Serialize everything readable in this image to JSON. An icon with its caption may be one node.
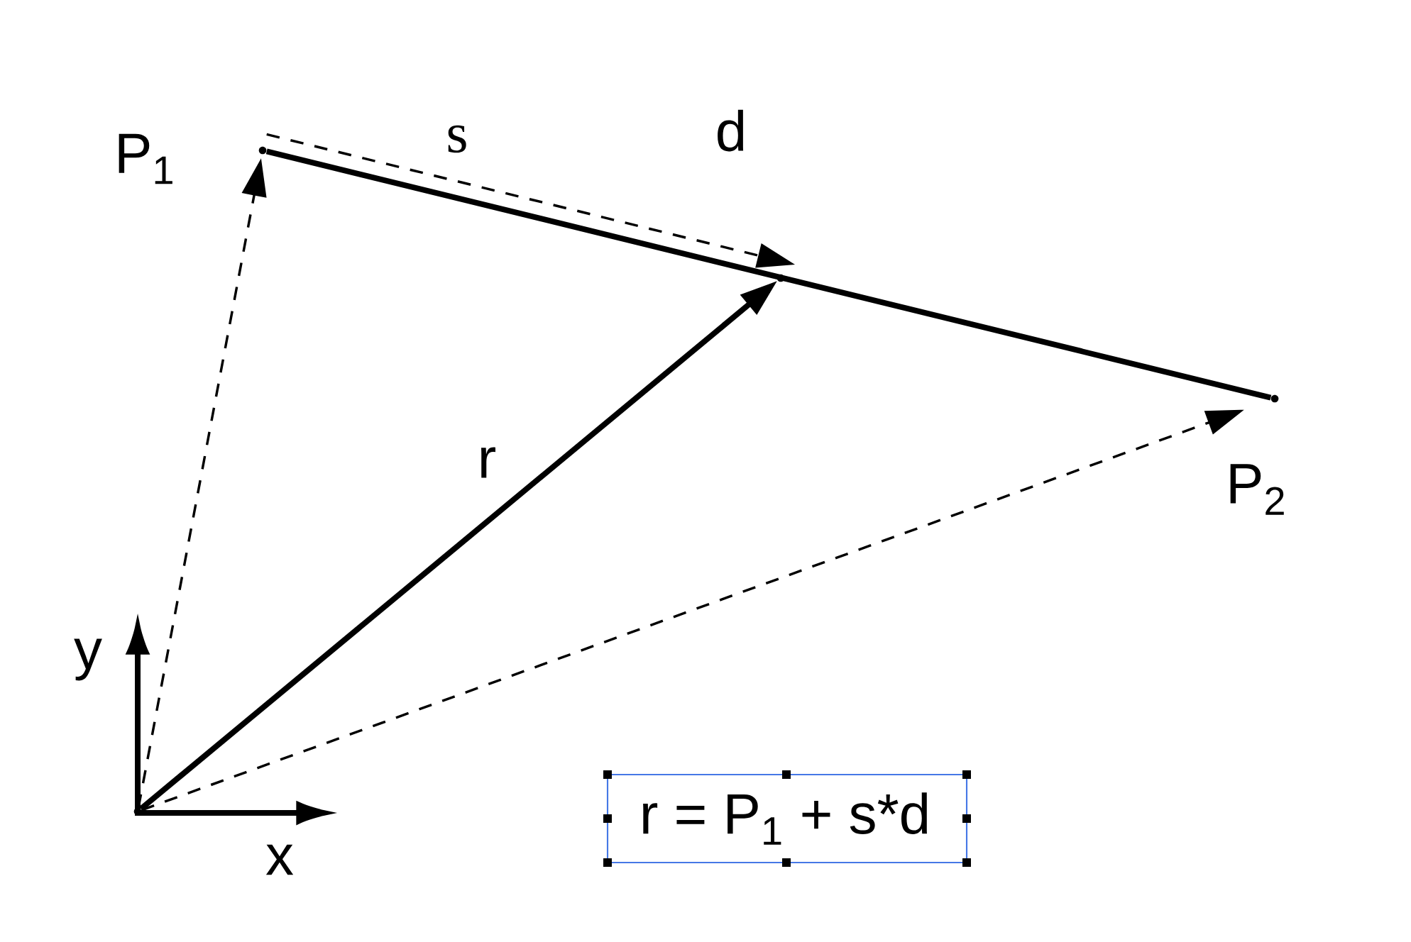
{
  "diagram": {
    "nodes": [
      {
        "text": [],
        "shape": "point"
      },
      {
        "text": [],
        "shape": "point"
      },
      {
        "text": [],
        "shape": "point"
      },
      {
        "text": [],
        "shape": "point"
      }
    ],
    "edges": [
      {
        "from": 0,
        "to": 1,
        "arrow": "to",
        "style": "dashed"
      },
      {
        "from": 0,
        "to": 2,
        "arrow": "to",
        "style": "dashed"
      },
      {
        "from": 0,
        "to": 3,
        "arrow": "to",
        "style": "thick",
        "label": "r"
      },
      {
        "from": 1,
        "to": 2,
        "arrow": "none",
        "style": "thick",
        "label": "d"
      },
      {
        "from": 1,
        "to": 3,
        "arrow": "to",
        "style": "dashed",
        "label": "s"
      }
    ],
    "labels": [
      "P$_{1}$",
      "P$_{2}$",
      "y",
      "x",
      "r = P$_{1}$ + s*d"
    ]
  }
}
